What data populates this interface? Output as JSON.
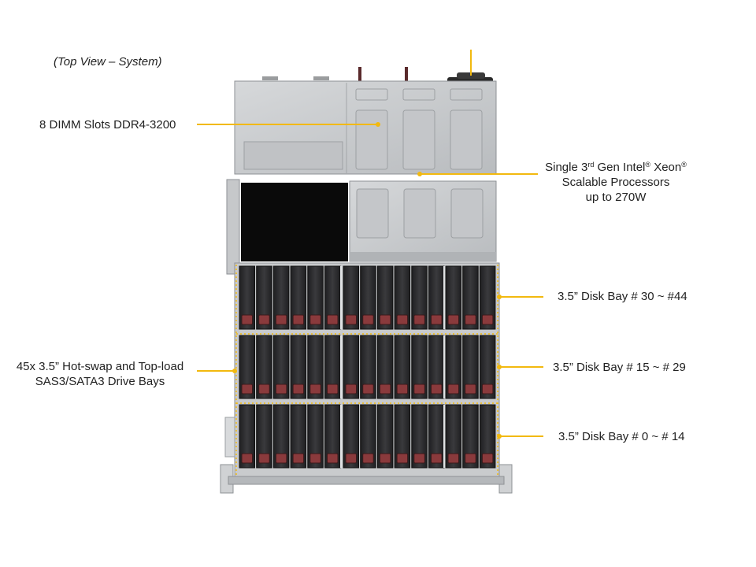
{
  "view_title": "(Top View – System)",
  "callouts": {
    "dimm": "8 DIMM Slots DDR4-3200",
    "cpu_line1_a": "Single 3",
    "cpu_line1_sup1": "rd",
    "cpu_line1_b": " Gen Intel",
    "cpu_line1_sup2": "®",
    "cpu_line1_c": "  Xeon",
    "cpu_line1_sup3": "®",
    "cpu_line2": "Scalable Processors",
    "cpu_line3": "up to 270W",
    "bays_line1": "45x 3.5” Hot-swap and Top-load",
    "bays_line2": "SAS3/SATA3 Drive Bays",
    "bay_top": "3.5” Disk Bay # 30 ~ #44",
    "bay_mid": "3.5” Disk Bay # 15 ~ # 29",
    "bay_bottom": "3.5” Disk Bay # 0 ~ # 14"
  },
  "colors": {
    "callout_line": "#f2b90f",
    "chassis": "#c9cbcd",
    "drive_body": "#2c2c2e",
    "drive_latch": "#8a3a3c",
    "opening": "#0a0a0a"
  },
  "drive_rows": 3,
  "drives_per_row": 15
}
